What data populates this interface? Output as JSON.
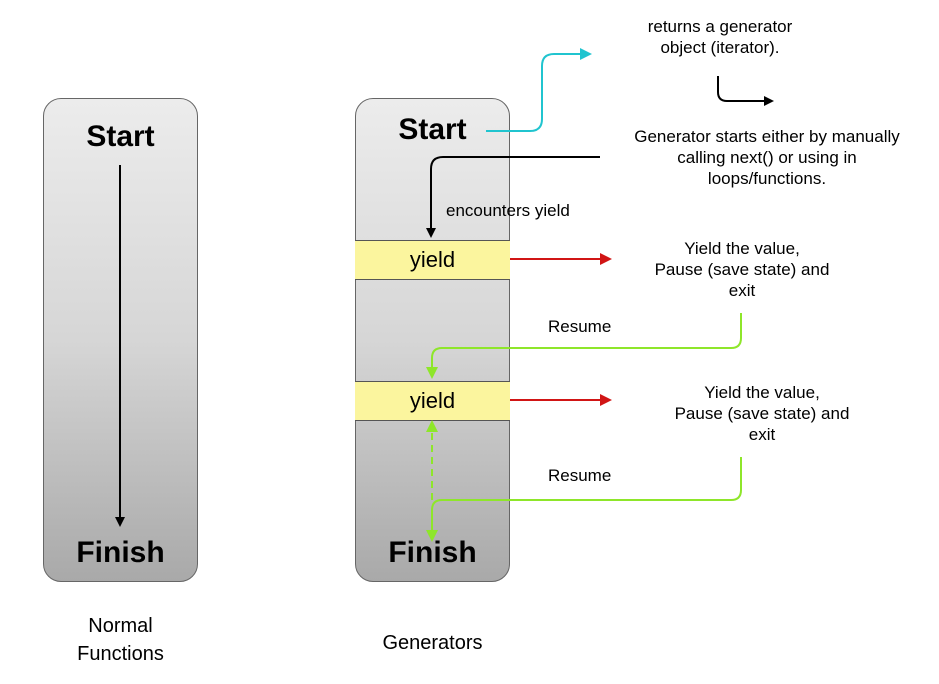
{
  "normal": {
    "start": "Start",
    "finish": "Finish",
    "caption_line1": "Normal",
    "caption_line2": "Functions"
  },
  "generators": {
    "start": "Start",
    "finish": "Finish",
    "caption": "Generators",
    "yield1": "yield",
    "yield2": "yield"
  },
  "notes": {
    "returns_line1": "returns a generator",
    "returns_line2": "object (iterator).",
    "starts_line1": "Generator starts either by manually",
    "starts_line2": "calling next() or using in",
    "starts_line3": "loops/functions.",
    "encounters": "encounters yield",
    "yield1_line1": "Yield  the value,",
    "yield1_line2": "Pause (save state) and",
    "yield1_line3": "exit",
    "yield2_line1": "Yield  the value,",
    "yield2_line2": "Pause (save state) and",
    "yield2_line3": "exit",
    "resume1": "Resume",
    "resume2": "Resume"
  },
  "colors": {
    "cyan": "#20c4cf",
    "red": "#d11515",
    "green": "#8ee62a",
    "yield_fill": "#fbf59e"
  }
}
